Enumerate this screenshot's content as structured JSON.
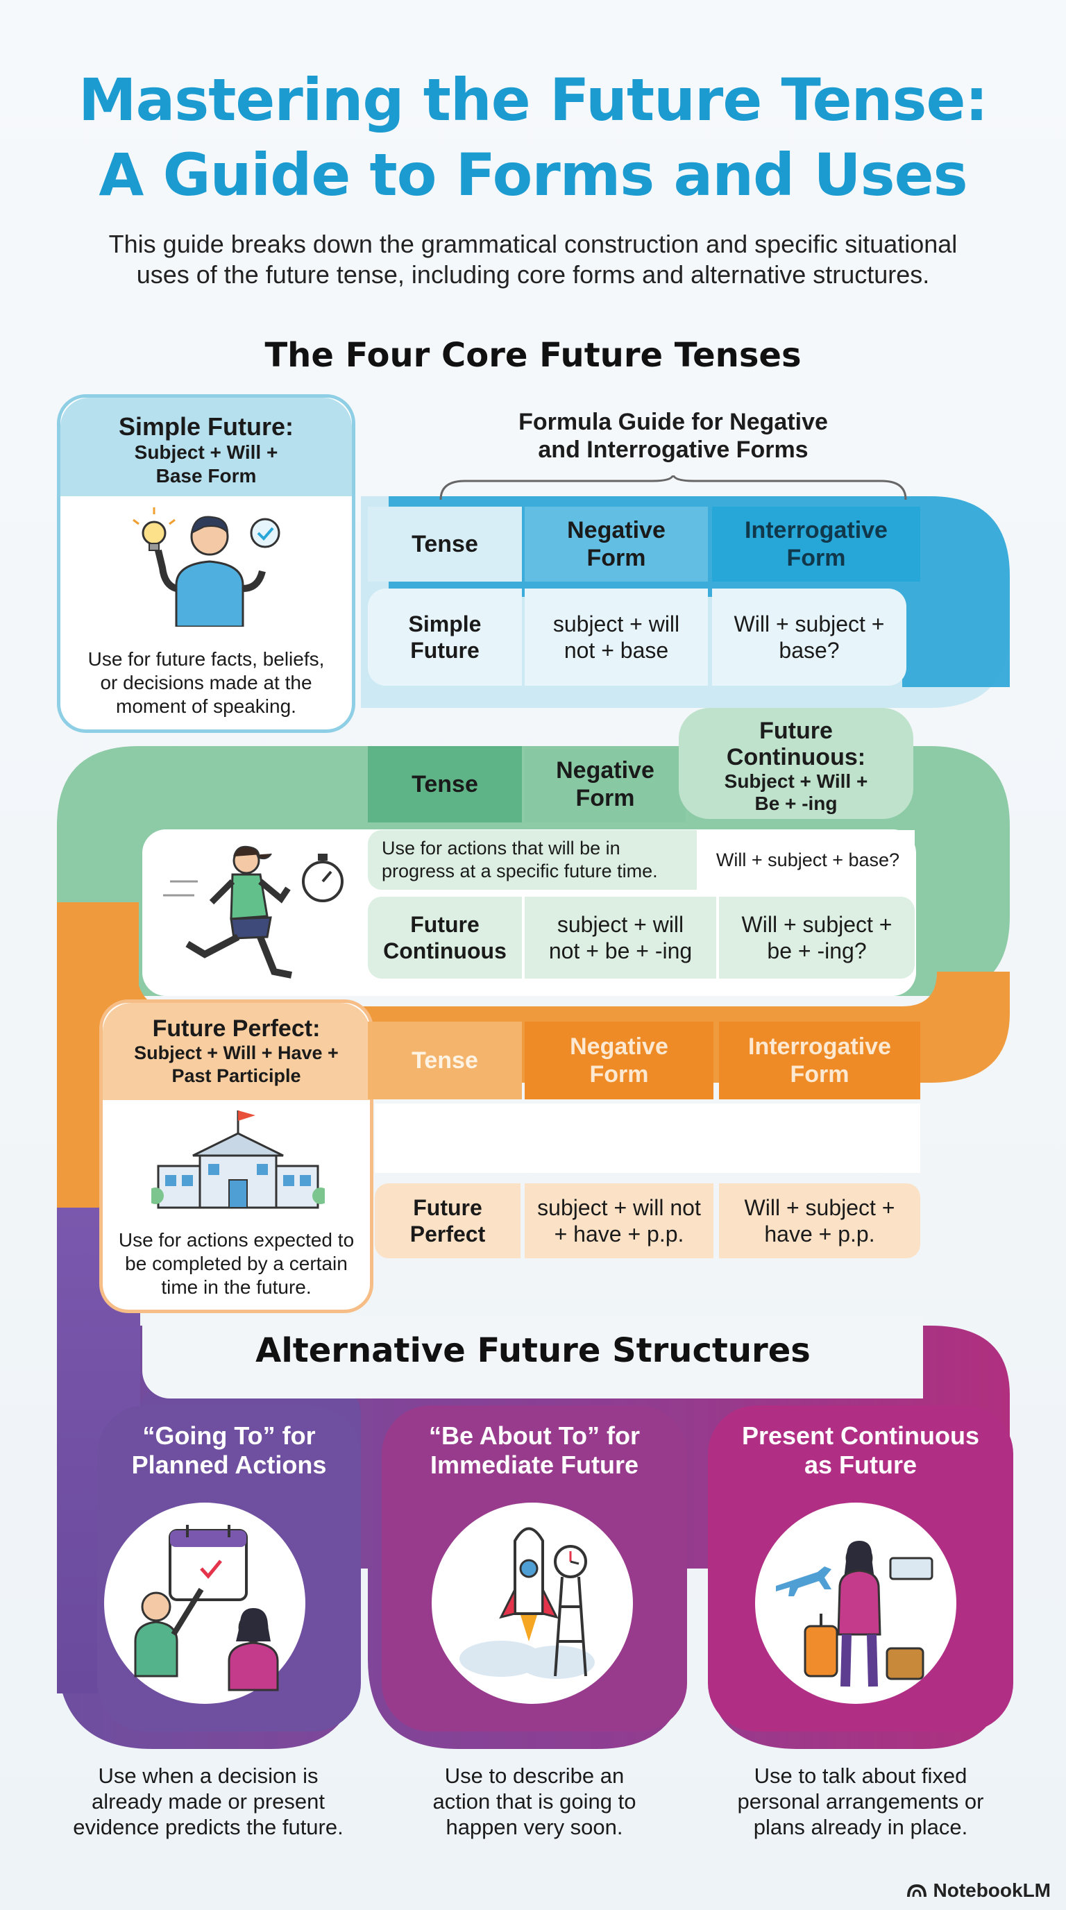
{
  "header": {
    "title_line1": "Mastering the Future Tense:",
    "title_line2": "A Guide to Forms and Uses",
    "subtitle_line1": "This guide breaks down the grammatical construction and specific situational",
    "subtitle_line2": "uses of the future tense, including core forms and alternative structures."
  },
  "core": {
    "heading": "The Four Core Future Tenses",
    "formula_guide_line1": "Formula Guide for Negative",
    "formula_guide_line2": "and Interrogative Forms"
  },
  "simple_future": {
    "title": "Simple Future:",
    "formula_line1": "Subject + Will +",
    "formula_line2": "Base Form",
    "use_line1": "Use for future facts, beliefs,",
    "use_line2": "or decisions made at the",
    "use_line3": "moment of speaking.",
    "table": {
      "h_tense": "Tense",
      "h_negative_1": "Negative",
      "h_negative_2": "Form",
      "h_interrogative_1": "Interrogative",
      "h_interrogative_2": "Form",
      "tense_1": "Simple",
      "tense_2": "Future",
      "negative_1": "subject + will",
      "negative_2": "not + base",
      "interrogative_1": "Will + subject +",
      "interrogative_2": "base?"
    }
  },
  "future_continuous": {
    "title_line1": "Future",
    "title_line2": "Continuous:",
    "formula_line1": "Subject + Will +",
    "formula_line2": "Be + -ing",
    "use_line1": "Use for actions that will be in",
    "use_line2": "progress at a specific future time.",
    "aside": "Will + subject + base?",
    "table": {
      "h_tense": "Tense",
      "h_negative_1": "Negative",
      "h_negative_2": "Form",
      "tense_1": "Future",
      "tense_2": "Continuous",
      "negative_1": "subject + will",
      "negative_2": "not + be + -ing",
      "interrogative_1": "Will + subject +",
      "interrogative_2": "be + -ing?"
    }
  },
  "future_perfect": {
    "title": "Future Perfect:",
    "formula_line1": "Subject + Will + Have +",
    "formula_line2": "Past Participle",
    "use_line1": "Use for actions expected to",
    "use_line2": "be completed by a certain",
    "use_line3": "time in the future.",
    "table": {
      "h_tense": "Tense",
      "h_negative_1": "Negative",
      "h_negative_2": "Form",
      "h_interrogative_1": "Interrogative",
      "h_interrogative_2": "Form",
      "tense_1": "Future",
      "tense_2": "Perfect",
      "negative_1": "subject + will not",
      "negative_2": "+ have + p.p.",
      "interrogative_1": "Will + subject +",
      "interrogative_2": "have + p.p."
    }
  },
  "alternatives": {
    "heading": "Alternative Future Structures",
    "going_to": {
      "title_line1": "“Going To” for",
      "title_line2": "Planned Actions",
      "desc_line1": "Use when a decision is",
      "desc_line2": "already made or present",
      "desc_line3": "evidence predicts the future."
    },
    "about_to": {
      "title_line1": "“Be About To” for",
      "title_line2": "Immediate Future",
      "desc_line1": "Use to describe an",
      "desc_line2": "action that is going to",
      "desc_line3": "happen very soon."
    },
    "present_continuous": {
      "title_line1": "Present Continuous",
      "title_line2": "as Future",
      "desc_line1": "Use to talk about fixed",
      "desc_line2": "personal arrangements or",
      "desc_line3": "plans already in place."
    }
  },
  "brand": {
    "name": "NotebookLM"
  },
  "colors": {
    "title": "#1b9bd0",
    "blue": "#8ecfe6",
    "blue_dark": "#27a6d8",
    "blue_light": "#cdeaf4",
    "green": "#88c9a4",
    "green_dark": "#5fb487",
    "green_light": "#dcefe2",
    "orange": "#f2a049",
    "orange_dark": "#ee8b26",
    "orange_light": "#fbe2c6",
    "purple": "#7a4fa6",
    "magenta": "#b02f85"
  }
}
